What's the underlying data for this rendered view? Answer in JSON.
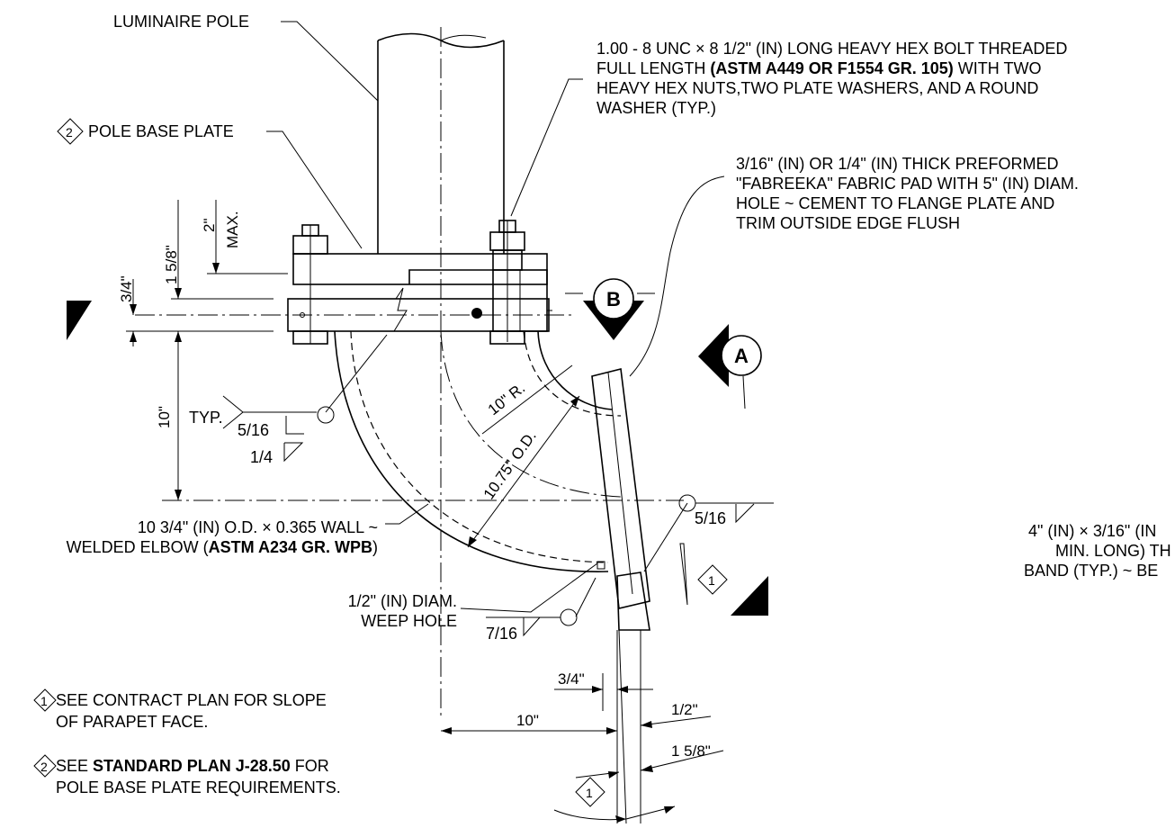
{
  "labels": {
    "luminaire_pole": "LUMINAIRE POLE",
    "pole_base_plate": "POLE BASE PLATE",
    "bolt_line1": "1.00 - 8 UNC × 8 1/2\" (IN) LONG HEAVY HEX BOLT THREADED",
    "bolt_line2a": "FULL LENGTH ",
    "bolt_line2b": "(ASTM A449 OR F1554 GR. 105)",
    "bolt_line2c": " WITH TWO",
    "bolt_line3": "HEAVY HEX NUTS,TWO PLATE WASHERS, AND A ROUND",
    "bolt_line4": "WASHER (TYP.)",
    "pad_line1": "3/16\" (IN) OR 1/4\" (IN) THICK PREFORMED",
    "pad_line2": "\"FABREEKA\" FABRIC PAD WITH 5\" (IN) DIAM.",
    "pad_line3": "HOLE ~ CEMENT TO FLANGE PLATE AND",
    "pad_line4": "TRIM OUTSIDE EDGE FLUSH",
    "elbow_line1": "10 3/4\" (IN) O.D. × 0.365 WALL ~",
    "elbow_line2a": "WELDED ELBOW (",
    "elbow_line2b": "ASTM A234 GR. WPB",
    "elbow_line2c": ")",
    "weep_line1": "1/2\" (IN) DIAM.",
    "weep_line2": "WEEP HOLE",
    "band_line1": "4\" (IN) × 3/16\" (IN",
    "band_line2": "MIN. LONG) TH",
    "band_line3": "BAND (TYP.) ~ BE",
    "typ": "TYP."
  },
  "dimensions": {
    "max_label": "MAX.",
    "two_in": "2\"",
    "one_5_8_left": "1 5/8\"",
    "three_4_left": "3/4\"",
    "ten_left": "10\"",
    "radius": "10\" R.",
    "od": "10.75\" O.D.",
    "three_4_bottom": "3/4\"",
    "ten_bottom": "10\"",
    "half_bottom": "1/2\"",
    "one_5_8_bottom": "1 5/8\""
  },
  "welds": {
    "w1": "5/16",
    "w2": "1/4",
    "w3": "5/16",
    "w4": "7/16"
  },
  "section_markers": {
    "a": "A",
    "b": "B"
  },
  "note_tags": {
    "one": "1",
    "two": "2"
  },
  "notes": {
    "note1_line1": "SEE CONTRACT PLAN FOR SLOPE",
    "note1_line2": "OF PARAPET FACE.",
    "note2_line1a": "SEE  ",
    "note2_line1b": "STANDARD PLAN J-28.50",
    "note2_line1c": "  FOR",
    "note2_line2": "POLE BASE PLATE REQUIREMENTS."
  }
}
